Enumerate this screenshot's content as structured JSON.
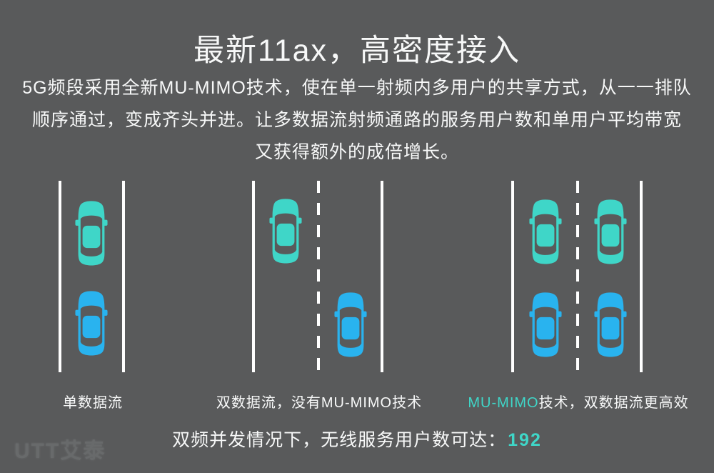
{
  "colors": {
    "background": "#595a5b",
    "text": "#f7f8f8",
    "teal": "#3fd6c8",
    "blue": "#29b3ef",
    "lane_line": "#ffffff",
    "watermark": "#6a6c6d"
  },
  "title": "最新11ax，高密度接入",
  "intro": {
    "lines": [
      "5G频段采用全新MU-MIMO技术，使在单一射频内多用户的共享方式，从一一排队",
      "顺序通过，变成齐头并进。让多数据流射频通路的服务用户数和单用户平均带宽",
      "又获得额外的成倍增长。"
    ]
  },
  "diagram": {
    "lanes": [
      {
        "name": "single-stream",
        "label": "单数据流",
        "cars": [
          "teal",
          "blue"
        ]
      },
      {
        "name": "dual-stream-no-mumimo",
        "label": "双数据流，没有MU-MIMO技术",
        "cars": [
          "teal",
          "blue"
        ]
      },
      {
        "name": "mumimo-dual-stream",
        "label_highlight": "MU-MIMO",
        "label_rest": "技术，双数据流更高效",
        "cars": [
          "teal",
          "teal",
          "blue",
          "blue"
        ]
      }
    ]
  },
  "footer": {
    "text": "双频并发情况下，无线服务用户数可达：",
    "value": "192"
  },
  "watermark": "UTT艾泰"
}
